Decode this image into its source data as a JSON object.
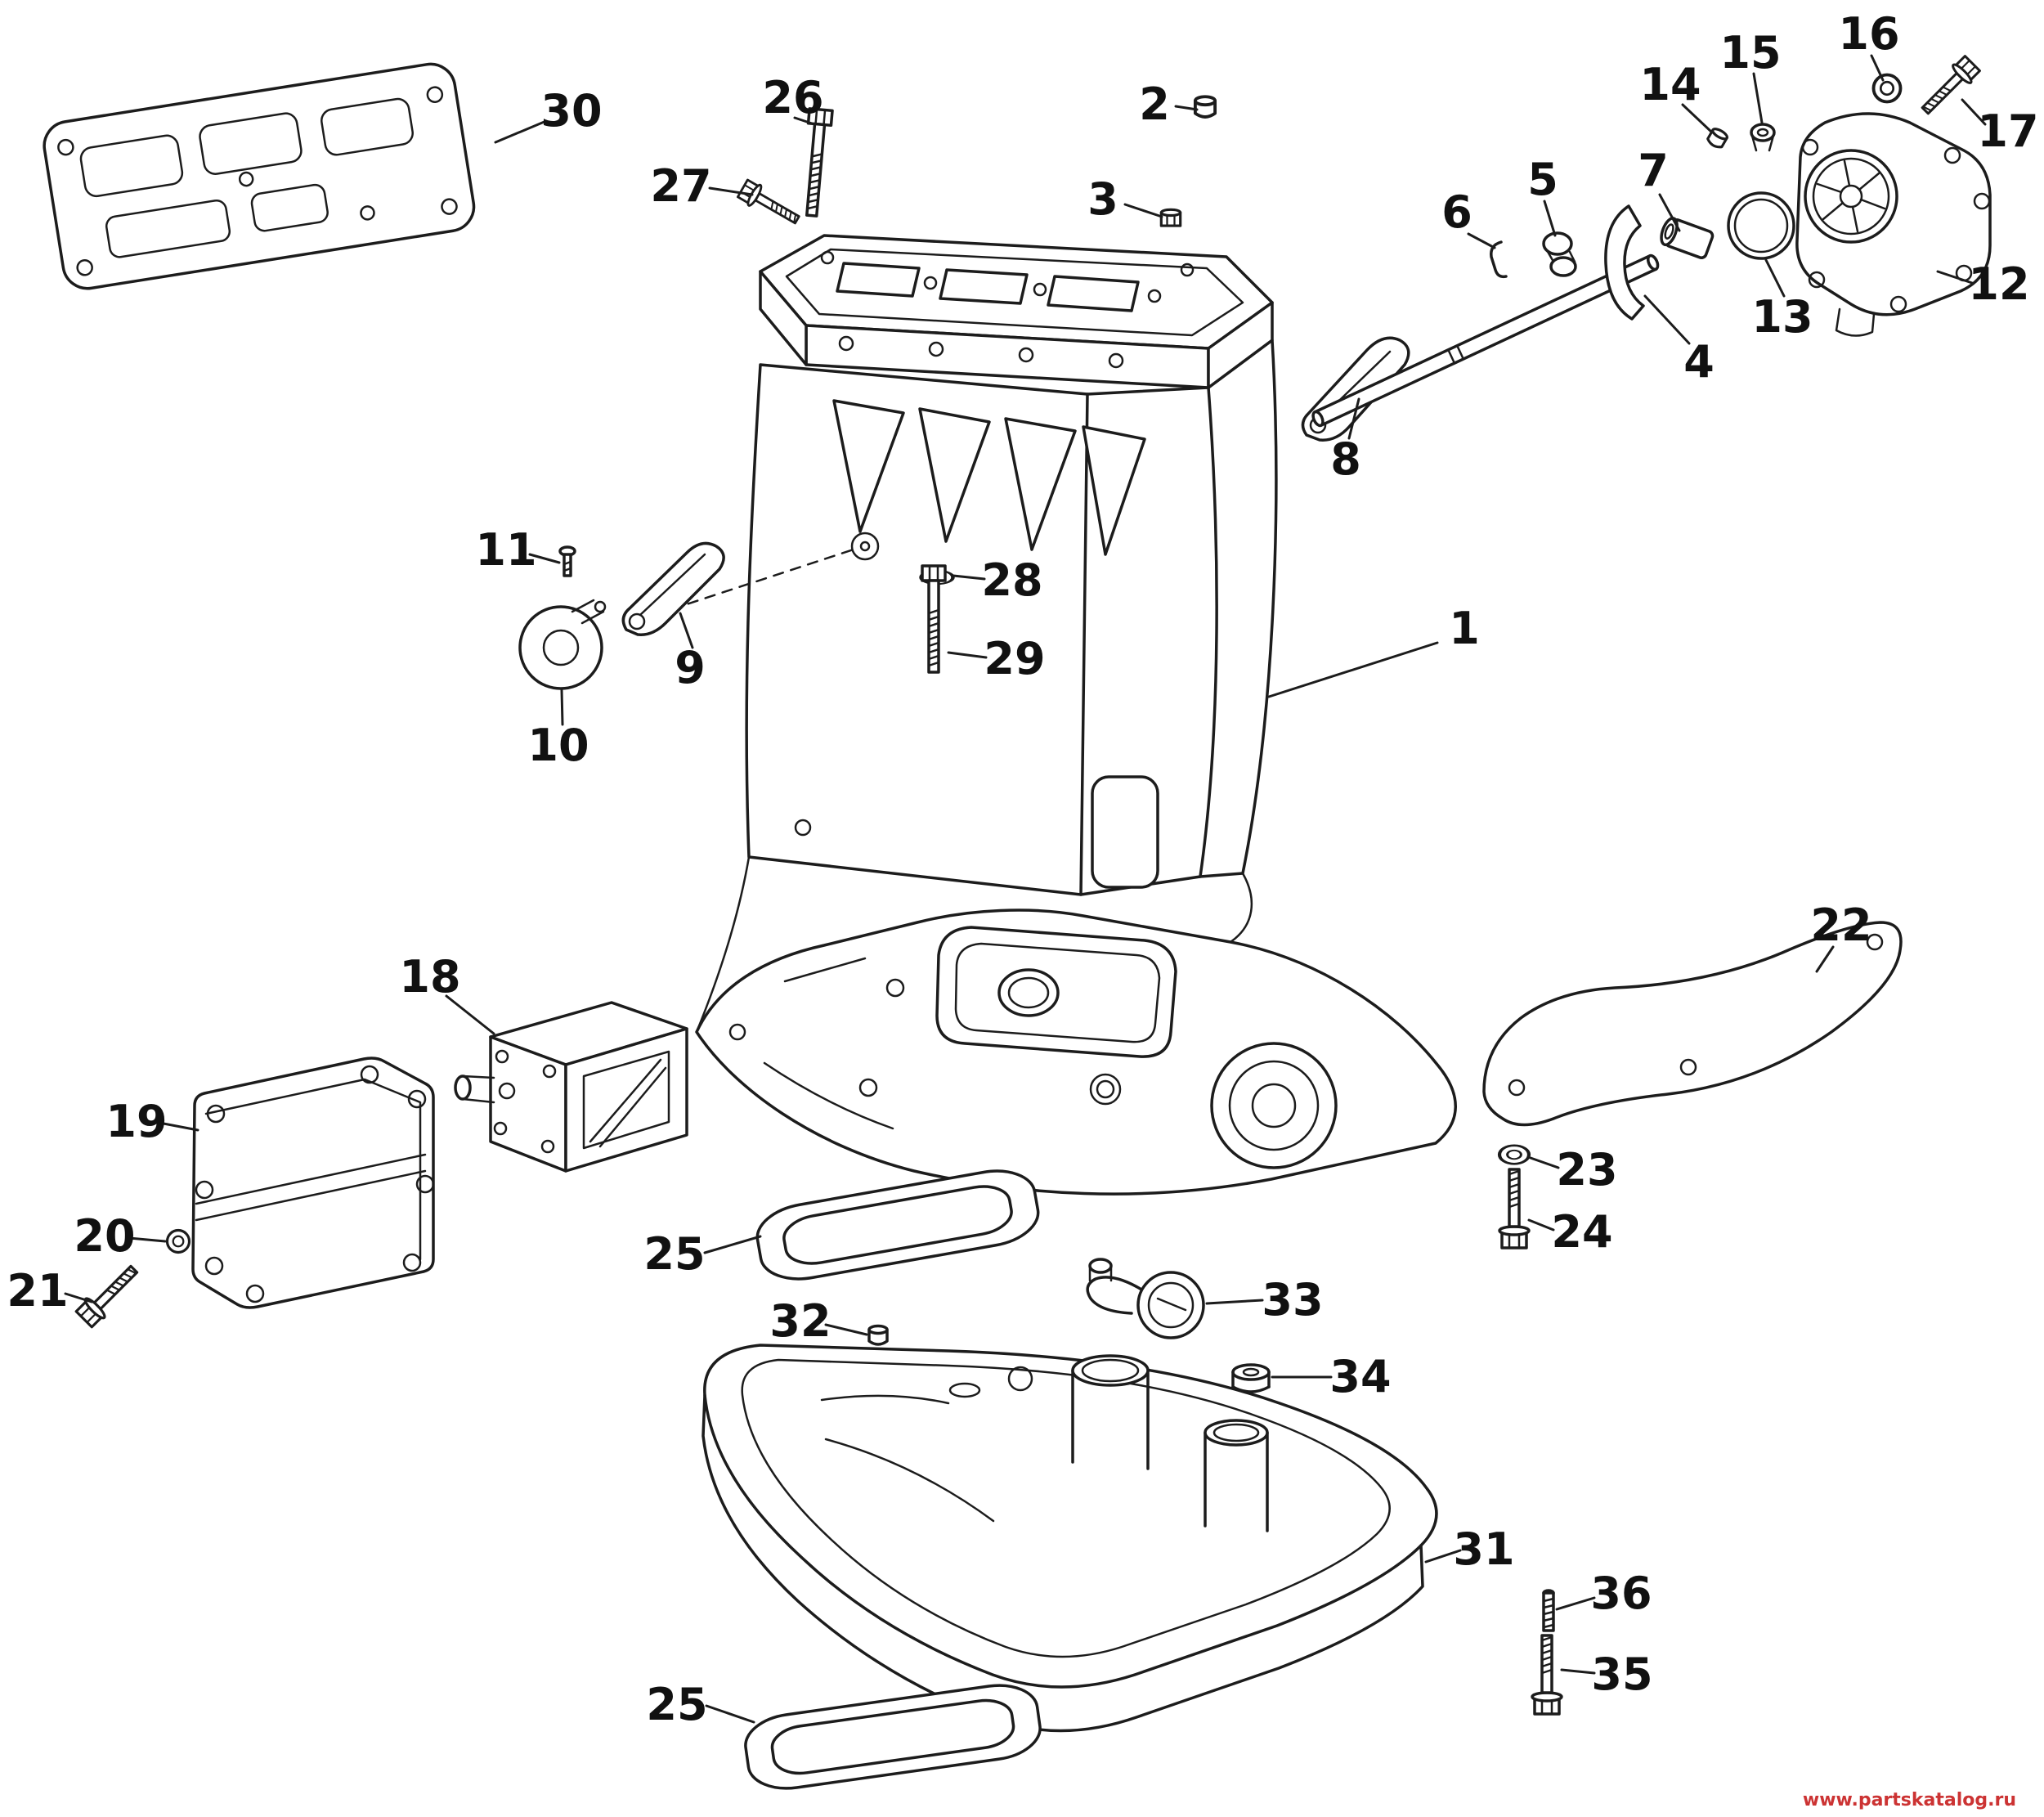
{
  "page": {
    "kind": "exploded parts diagram",
    "subject": "Outboard exhaust housing / midsection assembly",
    "background": "#ffffff",
    "line_color": "#1c1c1c"
  },
  "watermark": {
    "text": "www.partskatalog.ru",
    "color": "#cc3333"
  },
  "callouts": [
    {
      "number": "1"
    },
    {
      "number": "2"
    },
    {
      "number": "3"
    },
    {
      "number": "4"
    },
    {
      "number": "5"
    },
    {
      "number": "6"
    },
    {
      "number": "7"
    },
    {
      "number": "8"
    },
    {
      "number": "9"
    },
    {
      "number": "10"
    },
    {
      "number": "11"
    },
    {
      "number": "12"
    },
    {
      "number": "13"
    },
    {
      "number": "14"
    },
    {
      "number": "15"
    },
    {
      "number": "16"
    },
    {
      "number": "17"
    },
    {
      "number": "18"
    },
    {
      "number": "19"
    },
    {
      "number": "20"
    },
    {
      "number": "21"
    },
    {
      "number": "22"
    },
    {
      "number": "23"
    },
    {
      "number": "24"
    },
    {
      "number": "25"
    },
    {
      "number": "25"
    },
    {
      "number": "26"
    },
    {
      "number": "27"
    },
    {
      "number": "28"
    },
    {
      "number": "29"
    },
    {
      "number": "30"
    },
    {
      "number": "31"
    },
    {
      "number": "32"
    },
    {
      "number": "33"
    },
    {
      "number": "34"
    },
    {
      "number": "35"
    },
    {
      "number": "36"
    }
  ]
}
